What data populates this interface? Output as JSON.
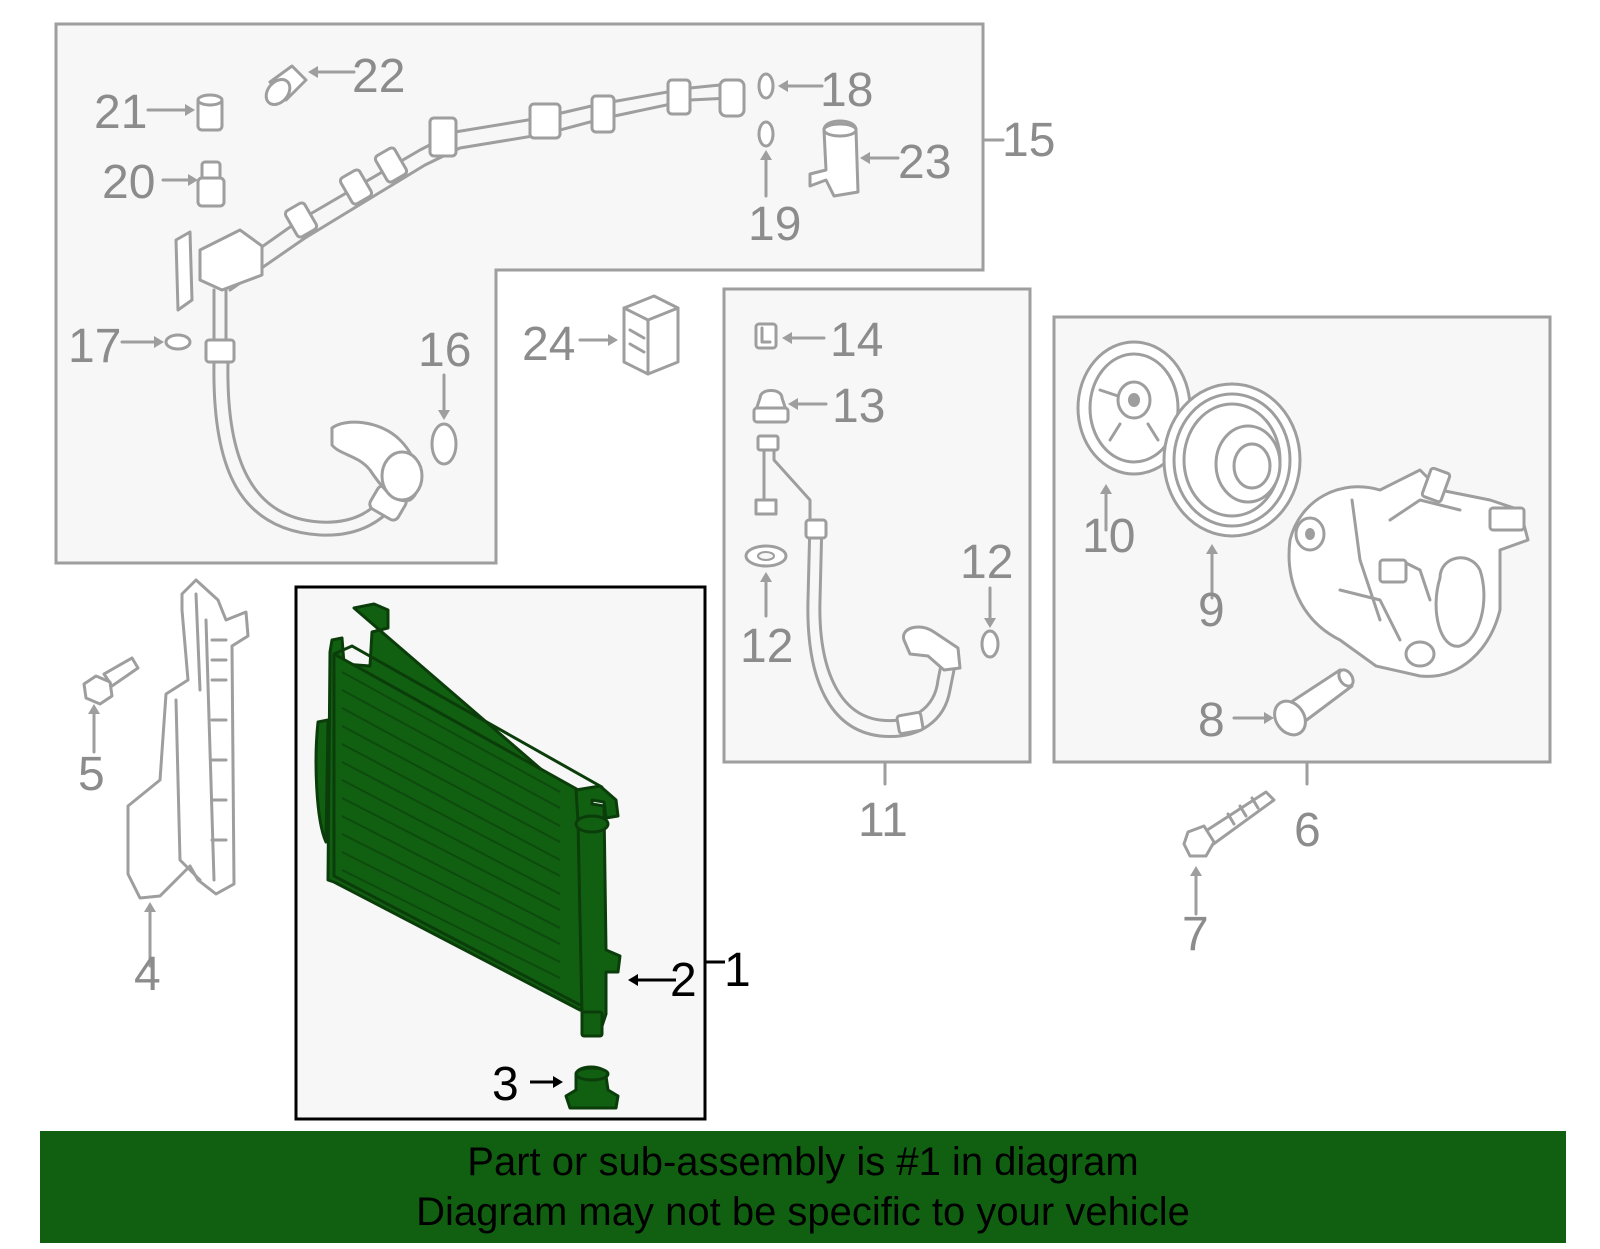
{
  "colors": {
    "highlight": "#116011",
    "grey_line": "#9e9e9e",
    "panel_bg": "#f7f7f7"
  },
  "callouts": {
    "c1": "1",
    "c2": "2",
    "c3": "3",
    "c4": "4",
    "c5": "5",
    "c6": "6",
    "c7": "7",
    "c8": "8",
    "c9": "9",
    "c10": "10",
    "c11": "11",
    "c12a": "12",
    "c12b": "12",
    "c13": "13",
    "c14": "14",
    "c15": "15",
    "c16": "16",
    "c17": "17",
    "c18": "18",
    "c19": "19",
    "c20": "20",
    "c21": "21",
    "c22": "22",
    "c23": "23",
    "c24": "24"
  },
  "banner": {
    "line1": "Part or sub-assembly is #1 in diagram",
    "line2": "Diagram may not be specific to your vehicle"
  }
}
